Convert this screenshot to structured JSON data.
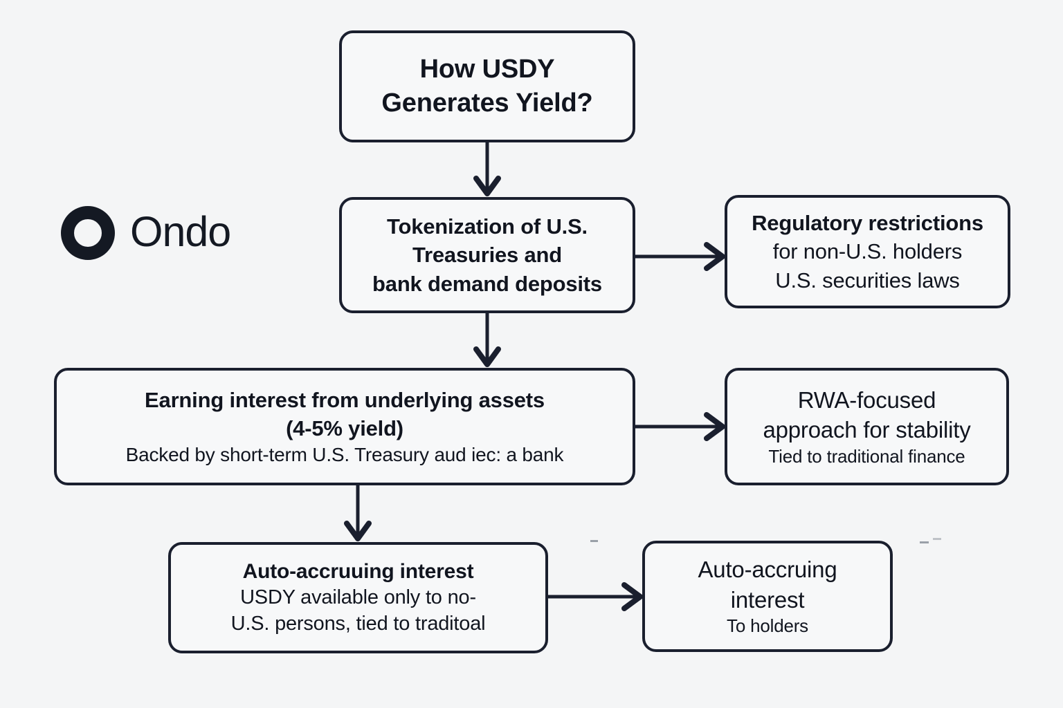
{
  "background_color": "#f4f5f6",
  "stroke_color": "#1a1f2e",
  "text_color": "#11151f",
  "brand": {
    "name": "Ondo",
    "mark": "ring-logo-icon",
    "color": "#141923"
  },
  "diagram": {
    "type": "flowchart",
    "title": "How USDY Generates Yield?",
    "nodes": [
      {
        "id": "title",
        "lines": [
          {
            "text": "How USDY",
            "style": "title"
          },
          {
            "text": "Generates Yield?",
            "style": "title"
          }
        ]
      },
      {
        "id": "tokenization",
        "lines": [
          {
            "text": "Tokenization of U.S.",
            "style": "head"
          },
          {
            "text": "Treasuries and",
            "style": "head"
          },
          {
            "text": "bank demand deposits",
            "style": "head"
          }
        ]
      },
      {
        "id": "regulatory",
        "lines": [
          {
            "text": "Regulatory restrictions",
            "style": "head"
          },
          {
            "text": "for non-U.S. holders",
            "style": "med"
          },
          {
            "text": "U.S. securities laws",
            "style": "med"
          }
        ]
      },
      {
        "id": "earning",
        "lines": [
          {
            "text": "Earning interest from underlying assets",
            "style": "head"
          },
          {
            "text": "(4-5% yield)",
            "style": "head"
          },
          {
            "text": "Backed by short-term U.S. Treasury aud iec: a bank",
            "style": "sub"
          }
        ]
      },
      {
        "id": "rwa",
        "lines": [
          {
            "text": "RWA-focused",
            "style": "med-lg"
          },
          {
            "text": "approach for stability",
            "style": "med-lg"
          },
          {
            "text": "Tied to traditional finance",
            "style": "sub-sm"
          }
        ]
      },
      {
        "id": "auto-left",
        "lines": [
          {
            "text": "Auto-accruuing interest",
            "style": "head-sm"
          },
          {
            "text": "USDY available only to no-",
            "style": "body"
          },
          {
            "text": "U.S. persons, tied to traditoal",
            "style": "body"
          }
        ]
      },
      {
        "id": "auto-right",
        "lines": [
          {
            "text": "Auto-accruing",
            "style": "med-lg"
          },
          {
            "text": "interest",
            "style": "med-lg"
          },
          {
            "text": "To holders",
            "style": "sub-sm"
          }
        ]
      }
    ],
    "edges": [
      {
        "id": "title-to-tokenization",
        "from": "title",
        "to": "tokenization",
        "direction": "down"
      },
      {
        "id": "tokenization-to-regulatory",
        "from": "tokenization",
        "to": "regulatory",
        "direction": "right"
      },
      {
        "id": "tokenization-to-earning",
        "from": "tokenization",
        "to": "earning",
        "direction": "down"
      },
      {
        "id": "earning-to-rwa",
        "from": "earning",
        "to": "rwa",
        "direction": "right"
      },
      {
        "id": "earning-to-auto-left",
        "from": "earning",
        "to": "auto-left",
        "direction": "down"
      },
      {
        "id": "auto-left-to-auto-right",
        "from": "auto-left",
        "to": "auto-right",
        "direction": "right"
      }
    ]
  }
}
